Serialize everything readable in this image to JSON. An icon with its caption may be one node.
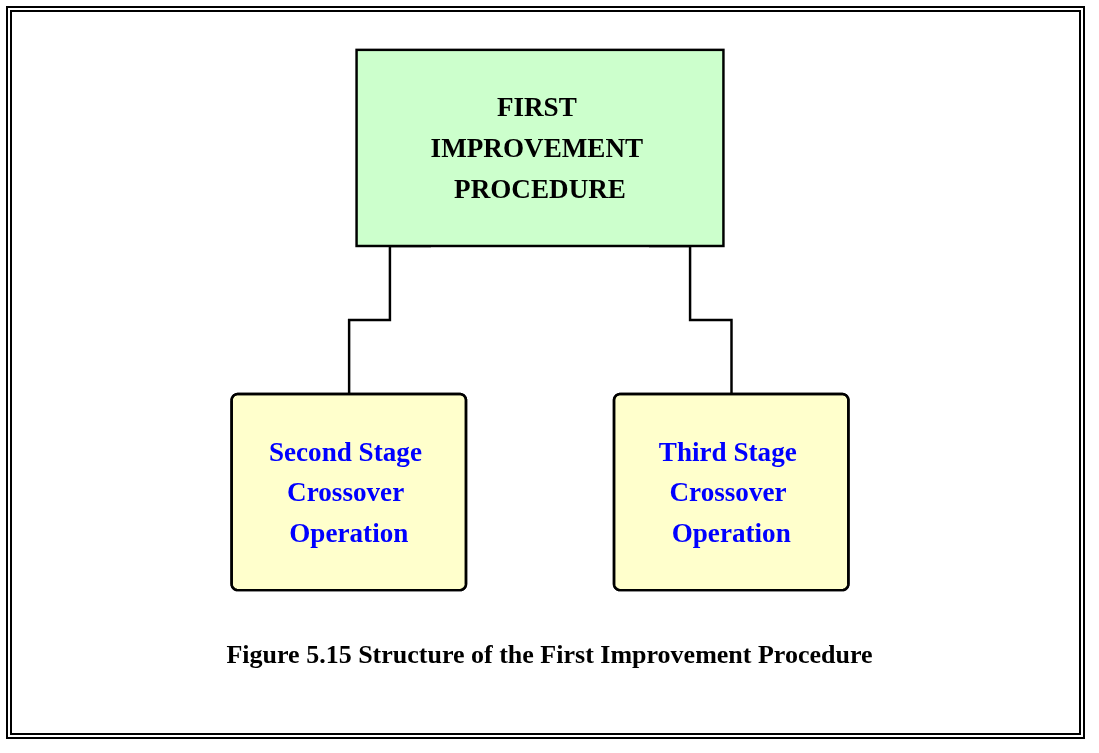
{
  "diagram": {
    "caption": "Figure 5.15 Structure of the First Improvement Procedure",
    "nodes": [
      {
        "text": [
          "FIRST IMPROVEMENT PROCEDURE"
        ]
      },
      {
        "text": [
          "Second Stage Crossover Operation"
        ]
      },
      {
        "text": [
          "Third Stage Crossover Operation"
        ]
      }
    ],
    "edges": [
      {
        "from": 0,
        "to": 1,
        "arrow": "none"
      },
      {
        "from": 0,
        "to": 2,
        "arrow": "none"
      }
    ]
  }
}
